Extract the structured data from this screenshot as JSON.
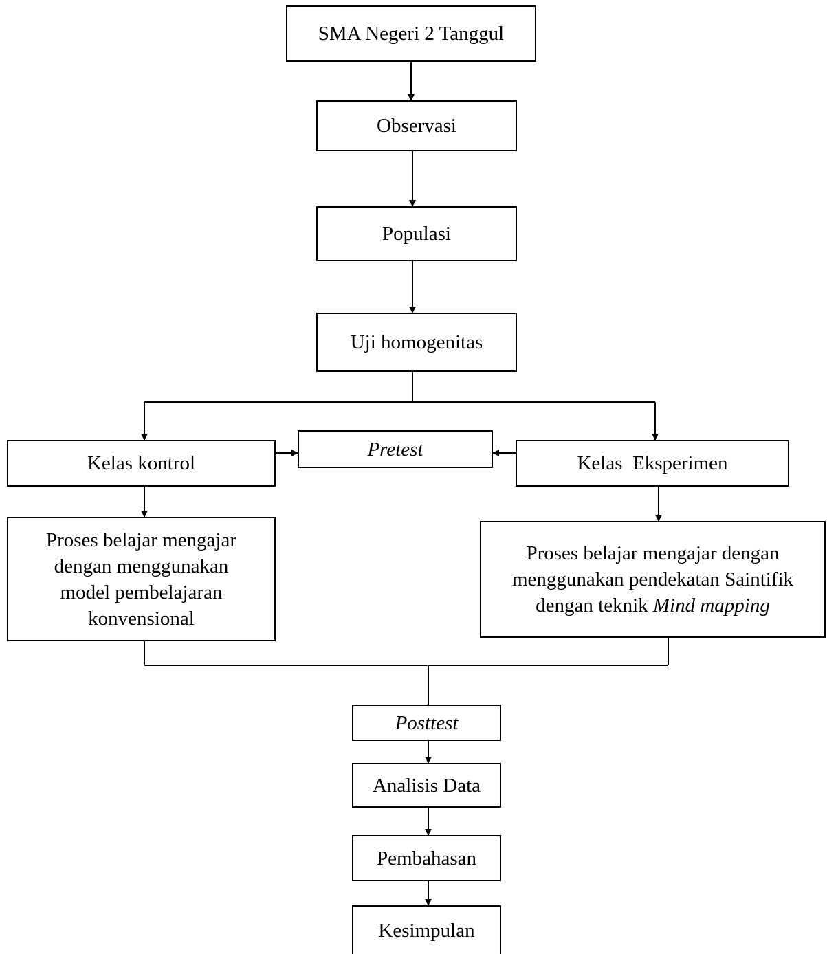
{
  "nodes": {
    "sma": "SMA Negeri 2 Tanggul",
    "observasi": "Observasi",
    "populasi": "Populasi",
    "uji": "Uji homogenitas",
    "kelas_kontrol": "Kelas kontrol",
    "pretest": "Pretest",
    "kelas_eksperimen": "Kelas  Eksperimen",
    "pbm_kontrol": [
      "Proses belajar mengajar",
      "dengan menggunakan",
      "model pembelajaran",
      "konvensional"
    ],
    "pbm_eksperimen": {
      "line1": "Proses belajar mengajar dengan",
      "line2": "menggunakan pendekatan Saintifik",
      "line3_prefix": "dengan teknik ",
      "line3_italic": "Mind mapping"
    },
    "posttest": "Posttest",
    "analisis": "Analisis Data",
    "pembahasan": "Pembahasan",
    "kesimpulan": "Kesimpulan"
  },
  "colors": {
    "line": "#000000",
    "box_fill": "#ffffff"
  }
}
